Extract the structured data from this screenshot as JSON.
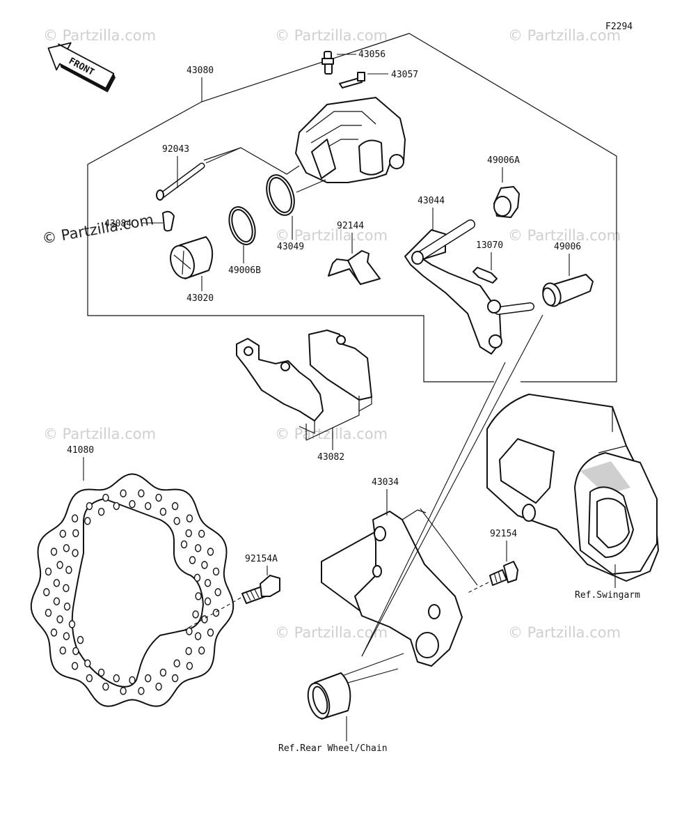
{
  "diagram_code": "F2294",
  "front_arrow_label": "FRONT",
  "watermarks": {
    "text": "© Partzilla.com",
    "prominent": "© Partzilla.com"
  },
  "parts": {
    "p43080": "43080",
    "p43056": "43056",
    "p43057": "43057",
    "p92043": "92043",
    "p49006A": "49006A",
    "p43044": "43044",
    "p43084": "43084",
    "p92144": "92144",
    "p43049": "43049",
    "p13070": "13070",
    "p49006": "49006",
    "p43020": "43020",
    "p49006B": "49006B",
    "p43082": "43082",
    "p41080": "41080",
    "p43034": "43034",
    "p92154A": "92154A",
    "p92154": "92154"
  },
  "references": {
    "swingarm": "Ref.Swingarm",
    "rear_wheel": "Ref.Rear Wheel/Chain"
  }
}
